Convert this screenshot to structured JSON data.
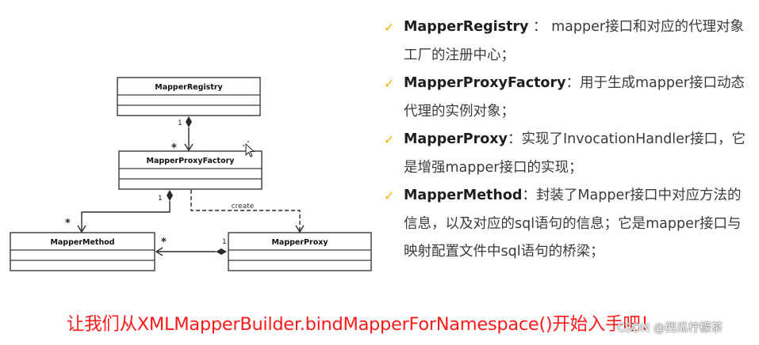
{
  "diagram": {
    "classes": {
      "registry": "MapperRegistry",
      "factory": "MapperProxyFactory",
      "method": "MapperMethod",
      "proxy": "MapperProxy"
    },
    "multiplicities": {
      "registry_one": "1",
      "factory_many": "*",
      "factory_one": "1",
      "method_many_left": "*",
      "method_many_right": "*",
      "proxy_one": "1"
    },
    "create_label": "create"
  },
  "descriptions": [
    {
      "term": "MapperRegistry",
      "sep": " ： ",
      "text": "mapper接口和对应的代理对象工厂的注册中心；"
    },
    {
      "term": "MapperProxyFactory",
      "sep": "：",
      "text": "用于生成mapper接口动态代理的实例对象；"
    },
    {
      "term": "MapperProxy",
      "sep": "：",
      "text": "实现了InvocationHandler接口，它是增强mapper接口的实现；"
    },
    {
      "term": "MapperMethod",
      "sep": "：",
      "text": "封装了Mapper接口中对应方法的信息，以及对应的sql语句的信息；它是mapper接口与映射配置文件中sql语句的桥梁；"
    }
  ],
  "check_glyph": "✓",
  "footer": "让我们从XMLMapperBuilder.bindMapperForNamespace()开始入手吧！",
  "watermark": "CSDN @西瓜柠檬茶",
  "colors": {
    "check": "#f2b400",
    "footer": "#ff1a1a"
  }
}
